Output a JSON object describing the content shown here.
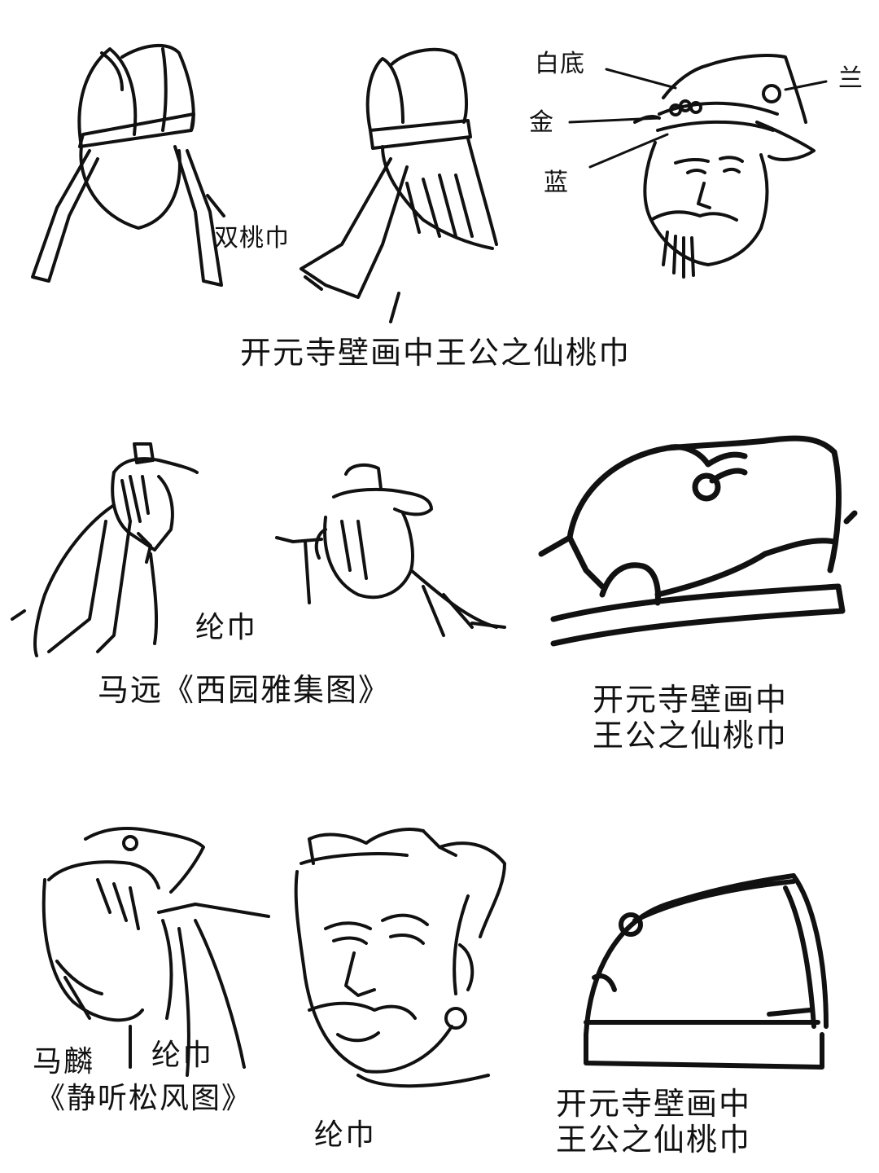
{
  "annotations": {
    "shuang_tao_jin": "双桃巾",
    "bai_di": "白底",
    "jin": "金",
    "lan_blue": "蓝",
    "lan_orchid": "兰"
  },
  "captions": {
    "row1_main": "开元寺壁画中王公之仙桃巾",
    "row2_lunjin": "纶巾",
    "row2_mayuan": "马远《西园雅集图》",
    "row2_right_line1": "开元寺壁画中",
    "row2_right_line2": "王公之仙桃巾",
    "row3_malin": "马麟",
    "row3_lunjin_left": "纶巾",
    "row3_jingting": "《静听松风图》",
    "row3_lunjin_mid": "纶巾",
    "row3_right_line1": "开元寺壁画中",
    "row3_right_line2": "王公之仙桃巾"
  },
  "illustrations": [
    "double-peach-cap-front",
    "peach-cap-back-with-streamers",
    "official-head-with-peach-cap",
    "figure-wearing-lunjin-side",
    "figure-wearing-lunjin-back",
    "peach-cap-outline-large",
    "figure-lunjin-back-malin",
    "man-face-wearing-lunjin",
    "peach-cap-outline-small"
  ]
}
